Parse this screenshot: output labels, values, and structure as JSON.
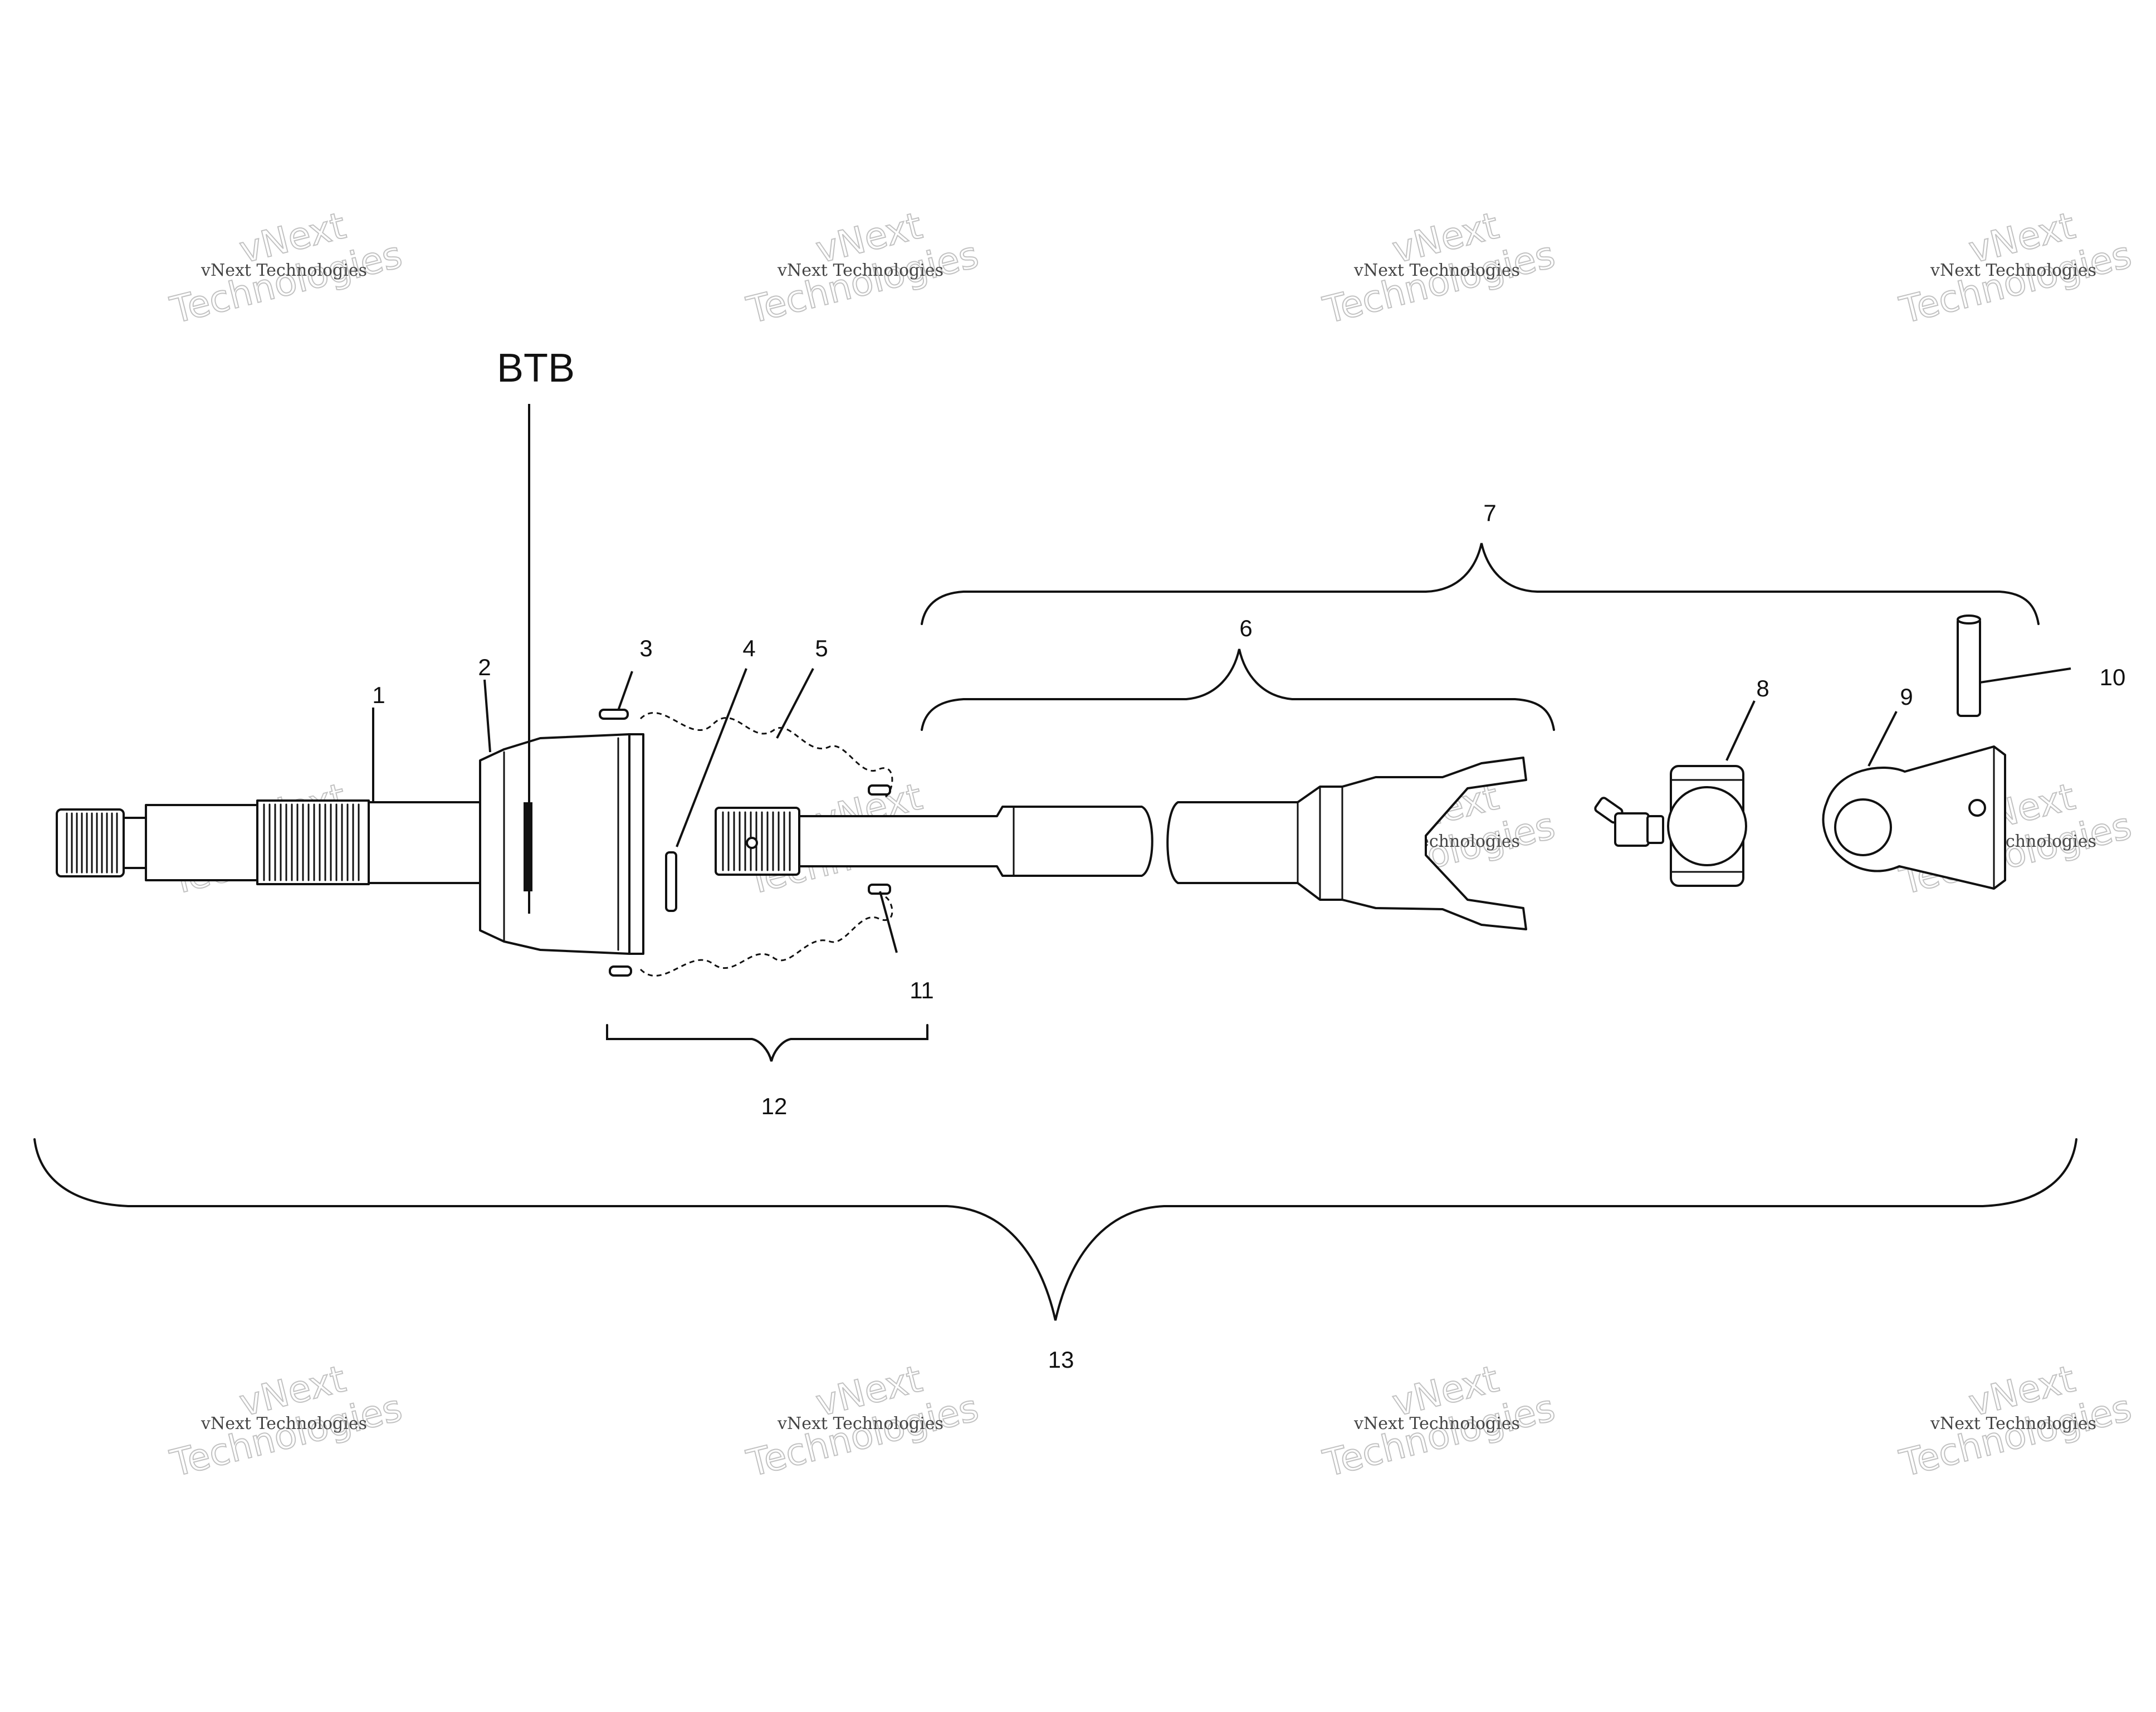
{
  "diagram": {
    "reference_label": "BTB",
    "callouts": {
      "c1": "1",
      "c2": "2",
      "c3": "3",
      "c4": "4",
      "c5": "5",
      "c6": "6",
      "c7": "7",
      "c8": "8",
      "c9": "9",
      "c10": "10",
      "c11": "11",
      "c12": "12",
      "c13": "13"
    }
  },
  "watermark": {
    "top_line": "vNext",
    "company": "vNext Technologies",
    "bottom_line": "Technologies"
  },
  "colors": {
    "ink": "#111111",
    "background": "#ffffff",
    "watermark_outline": "#b8b8b8"
  }
}
